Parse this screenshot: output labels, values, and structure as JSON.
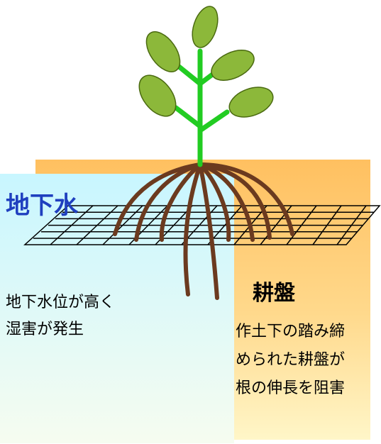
{
  "groundwater": {
    "title": "地下水",
    "description": [
      "地下水位が高く",
      "湿害が発生"
    ]
  },
  "hardpan": {
    "title": "耕盤",
    "description": [
      "作土下の踏み締",
      "められた耕盤が",
      "根の伸長を阻害"
    ]
  },
  "colors": {
    "soil": "#ffc76a",
    "groundwater": "#cffaff",
    "leaf": "#8cb83a",
    "stem": "#22cc22",
    "root": "#6b3a1f",
    "title_blue": "#1f3fbf"
  }
}
